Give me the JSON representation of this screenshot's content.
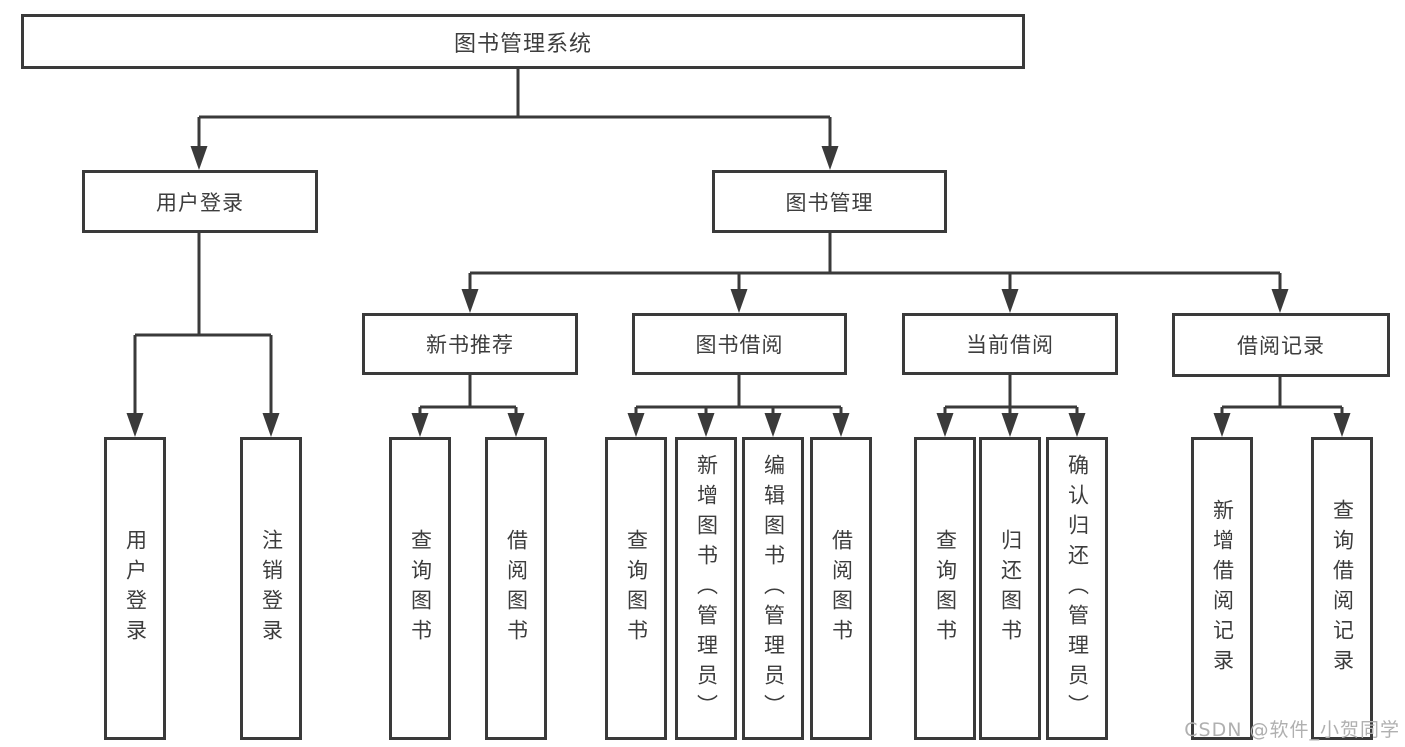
{
  "tree": {
    "root": {
      "label": "图书管理系统"
    },
    "branches": [
      {
        "label": "用户登录",
        "children": [
          {
            "label": "用户登录"
          },
          {
            "label": "注销登录"
          }
        ]
      },
      {
        "label": "图书管理",
        "children": [
          {
            "label": "新书推荐",
            "children": [
              {
                "label": "查询图书"
              },
              {
                "label": "借阅图书"
              }
            ]
          },
          {
            "label": "图书借阅",
            "children": [
              {
                "label": "查询图书"
              },
              {
                "label": "新增图书（管理员）"
              },
              {
                "label": "编辑图书（管理员）"
              },
              {
                "label": "借阅图书"
              }
            ]
          },
          {
            "label": "当前借阅",
            "children": [
              {
                "label": "查询图书"
              },
              {
                "label": "归还图书"
              },
              {
                "label": "确认归还（管理员）"
              }
            ]
          },
          {
            "label": "借阅记录",
            "children": [
              {
                "label": "新增借阅记录"
              },
              {
                "label": "查询借阅记录"
              }
            ]
          }
        ]
      }
    ]
  },
  "watermark": {
    "text": "CSDN @软件_小贺同学"
  },
  "colors": {
    "line": "#3a3a3a",
    "text": "#3d3d3d",
    "watermark": "#b0b0b0",
    "background": "#ffffff"
  }
}
